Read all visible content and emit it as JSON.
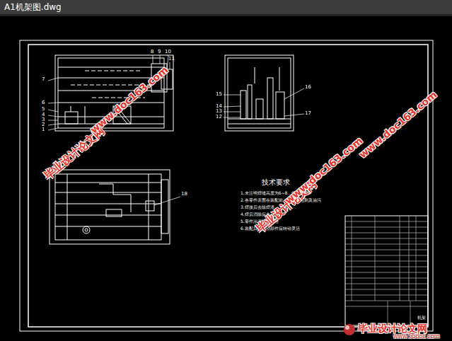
{
  "diagram": {
    "labels": [
      "A1机架图.dwg",
      "7",
      "6",
      "5",
      "4",
      "3",
      "2",
      "1",
      "8",
      "9",
      "10",
      "11",
      "15",
      "14",
      "13",
      "12",
      "16",
      "17",
      "18",
      "技术要求",
      "1.未注明焊缝高度为6~8，焊接牢固",
      "2.各零件表面在装配前，应清除毛刺及油污",
      "3.焊接后去除焊渣",
      "4.焊后消除应力",
      "5.零件涂漆防锈处理",
      "6.装配后各运动部件应转动灵活",
      "毕业设计论文网",
      "www.doc163.com",
      "毕业设计论文网",
      "www.doc163.com",
      "www.doc163.com",
      "毕业设计论文网",
      "www.56doc.com",
      "机架"
    ]
  }
}
